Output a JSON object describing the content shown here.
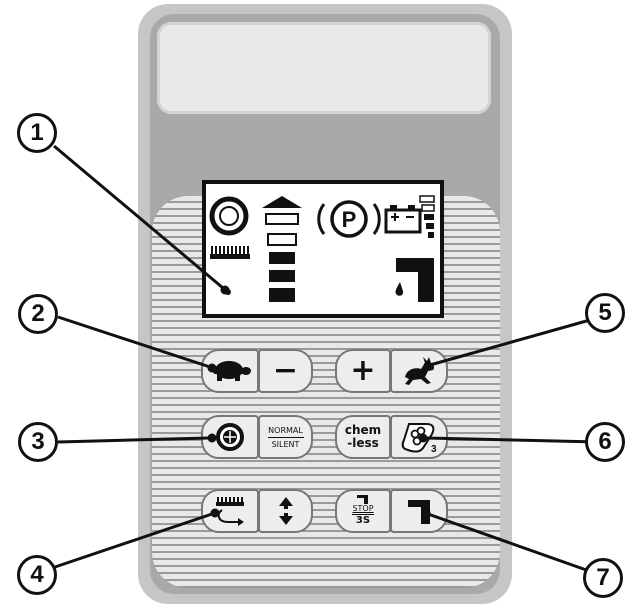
{
  "callouts": [
    "1",
    "2",
    "3",
    "4",
    "5",
    "6",
    "7"
  ],
  "buttons": {
    "slow": {
      "icon": "turtle-icon"
    },
    "minus": {
      "label": "−"
    },
    "plus": {
      "label": "+"
    },
    "fast": {
      "icon": "rabbit-icon"
    },
    "brush_mode": {
      "icon": "brush-target-icon"
    },
    "normal_silent": {
      "top": "NORMAL",
      "bottom": "SILENT"
    },
    "chemless": {
      "line1": "chem",
      "line2": "-less"
    },
    "ozone": {
      "icon": "ozone-icon"
    },
    "brush_lift": {
      "icon": "brush-rotate-icon"
    },
    "up_down": {
      "icon": "up-down-arrows-icon"
    },
    "stop": {
      "top": "STOP",
      "bottom": "3S"
    },
    "water": {
      "icon": "water-faucet-icon"
    }
  },
  "display": {
    "icons": [
      "brush-disc-icon",
      "brush-comb-icon",
      "level-bars-icon",
      "parking-icon",
      "battery-icon",
      "battery-level-icon",
      "water-faucet-icon"
    ],
    "parking_label": "P"
  }
}
